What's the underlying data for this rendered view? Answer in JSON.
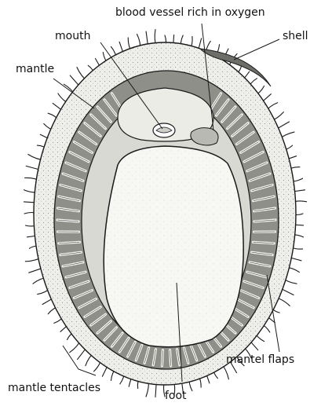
{
  "labels": {
    "blood_vessel": "blood vessel rich in oxygen",
    "mouth": "mouth",
    "shell": "shell",
    "mantle": "mantle",
    "mantle_tentacles": "mantle tentacles",
    "foot": "foot",
    "mantel_flaps": "mantel flaps"
  },
  "colors": {
    "ink": "#1a1a1a",
    "mantle_fill": "#f1f1ec",
    "gill_band": "#8f8f8a",
    "foot_fill": "#f7f7f4"
  }
}
